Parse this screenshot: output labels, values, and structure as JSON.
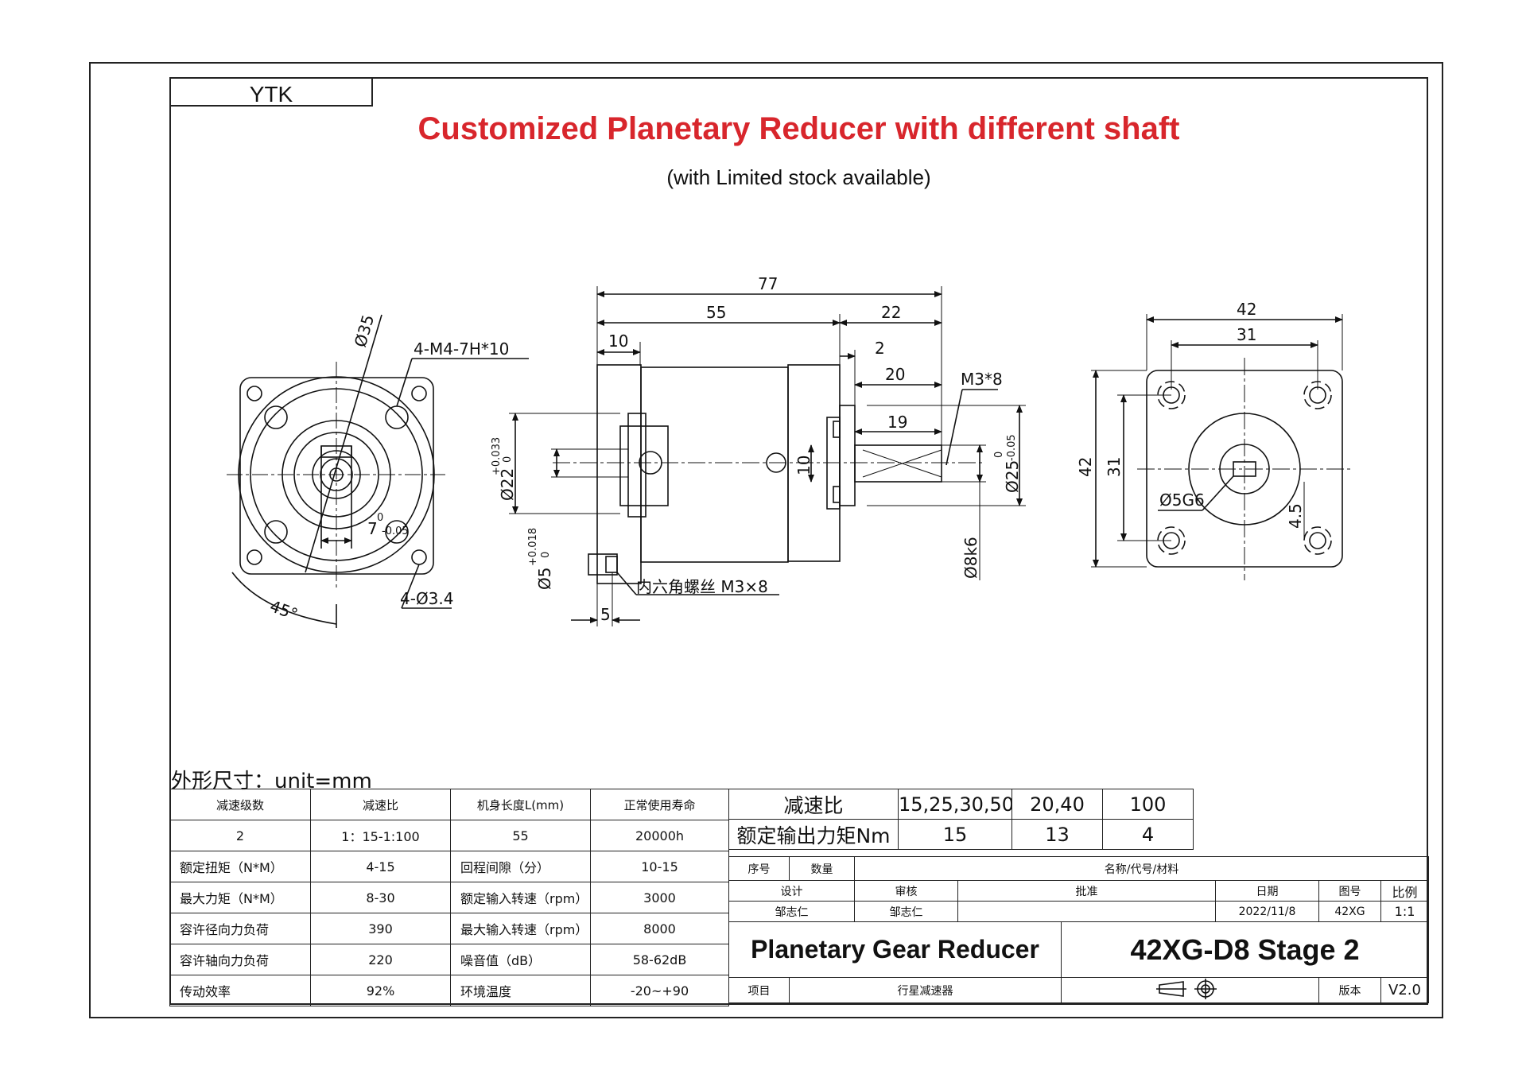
{
  "brand": "YTK",
  "title": "Customized Planetary Reducer with different shaft",
  "subtitle": "(with Limited stock available)",
  "unit_label": "外形尺寸：unit=mm",
  "left_view": {
    "dia35": "Ø35",
    "thread": "4-M4-7H*10",
    "key": "7",
    "key_tol": "-0.05",
    "key_tol0": "0",
    "angle": "45°",
    "holes": "4-Ø3.4"
  },
  "side_view": {
    "d77": "77",
    "d55": "55",
    "d22": "22",
    "d10": "10",
    "d2": "2",
    "d20": "20",
    "d19": "19",
    "d10v": "10",
    "m3x8": "M3*8",
    "dia22": "Ø22",
    "dia22_tol_up": "+0.033",
    "dia22_tol_lo": "0",
    "dia25": "Ø25",
    "dia25_tol_up": "0",
    "dia25_tol_lo": "-0.05",
    "dia5": "Ø5",
    "dia5_tol_up": "+0.018",
    "dia5_tol_lo": "0",
    "dia8": "Ø8k6",
    "screw": "内六角螺丝 M3×8",
    "d5": "5"
  },
  "right_view": {
    "d42h": "42",
    "d31h": "31",
    "d42v": "42",
    "d31v": "31",
    "dia5g6": "Ø5G6",
    "d45": "4.5"
  },
  "spec_table": {
    "header": [
      "减速级数",
      "减速比",
      "机身长度L(mm)",
      "正常使用寿命"
    ],
    "first_row": [
      "2",
      "1：15-1:100",
      "55",
      "20000h"
    ],
    "rows": [
      [
        "额定扭矩（N*M）",
        "4-15",
        "回程间隙（分）",
        "10-15"
      ],
      [
        "最大力矩（N*M）",
        "8-30",
        "额定输入转速（rpm）",
        "3000"
      ],
      [
        "容许径向力负荷",
        "390",
        "最大输入转速（rpm）",
        "8000"
      ],
      [
        "容许轴向力负荷",
        "220",
        "噪音值（dB）",
        "58-62dB"
      ],
      [
        "传动效率",
        "92%",
        "环境温度",
        "-20~+90"
      ]
    ]
  },
  "ratio_table": {
    "row1": [
      "减速比",
      "15,25,30,50",
      "20,40",
      "100"
    ],
    "row2": [
      "额定输出力矩Nm",
      "15",
      "13",
      "4"
    ]
  },
  "title_block": {
    "seq": "序号",
    "qty": "数量",
    "name_code": "名称/代号/材料",
    "design": "设计",
    "review": "审核",
    "approve": "批准",
    "date": "日期",
    "drawing_no": "图号",
    "scale": "比例",
    "designer": "邹志仁",
    "reviewer": "邹志仁",
    "date_val": "2022/11/8",
    "drawing_val": "42XG",
    "scale_val": "1:1",
    "product_name": "Planetary Gear Reducer",
    "model": "42XG-D8 Stage 2",
    "project": "项目",
    "project_val": "行星减速器",
    "version": "版本",
    "version_val": "V2.0"
  }
}
